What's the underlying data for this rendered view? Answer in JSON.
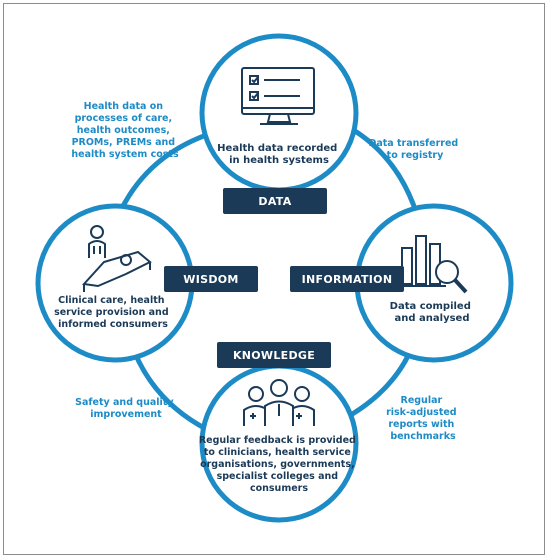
{
  "labels": {
    "data": "DATA",
    "information": "INFORMATION",
    "knowledge": "KNOWLEDGE",
    "wisdom": "WISDOM"
  },
  "nodes": {
    "top": [
      "Health data recorded",
      "in health systems"
    ],
    "right": [
      "Data compiled",
      "and analysed"
    ],
    "bottom": [
      "Regular feedback is provided",
      "to clinicians, health service",
      "organisations, governments,",
      "specialist colleges and",
      "consumers"
    ],
    "left": [
      "Clinical care, health",
      "service provision and",
      "informed consumers"
    ]
  },
  "arrows": {
    "top_right": [
      "Data transferred",
      "to registry"
    ],
    "bottom_right": [
      "Regular",
      "risk-adjusted",
      "reports with",
      "benchmarks"
    ],
    "bottom_left": [
      "Safety and quality",
      "improvement"
    ],
    "top_left": [
      "Health data on",
      "processes of care,",
      "health outcomes,",
      "PROMs, PREMs and",
      "health system costs"
    ]
  },
  "colors": {
    "primary_blue": "#1d8bc6",
    "dark_navy": "#1b3a57",
    "background": "#ffffff"
  }
}
